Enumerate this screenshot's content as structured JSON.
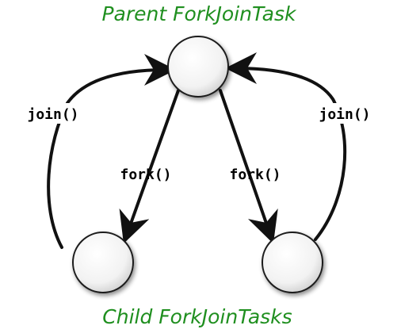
{
  "diagram": {
    "parent_title": "Parent ForkJoinTask",
    "children_title": "Child ForkJoinTasks",
    "labels": {
      "join_left": "join()",
      "fork_left": "fork()",
      "fork_right": "fork()",
      "join_right": "join()"
    }
  },
  "colors": {
    "title": "#1f8f1f",
    "edge": "#111111",
    "node_stroke": "#1a1a1a",
    "node_fill_light": "#ffffff",
    "node_fill_dark": "#cfcfcf",
    "shadow": "#9a9a9a"
  }
}
